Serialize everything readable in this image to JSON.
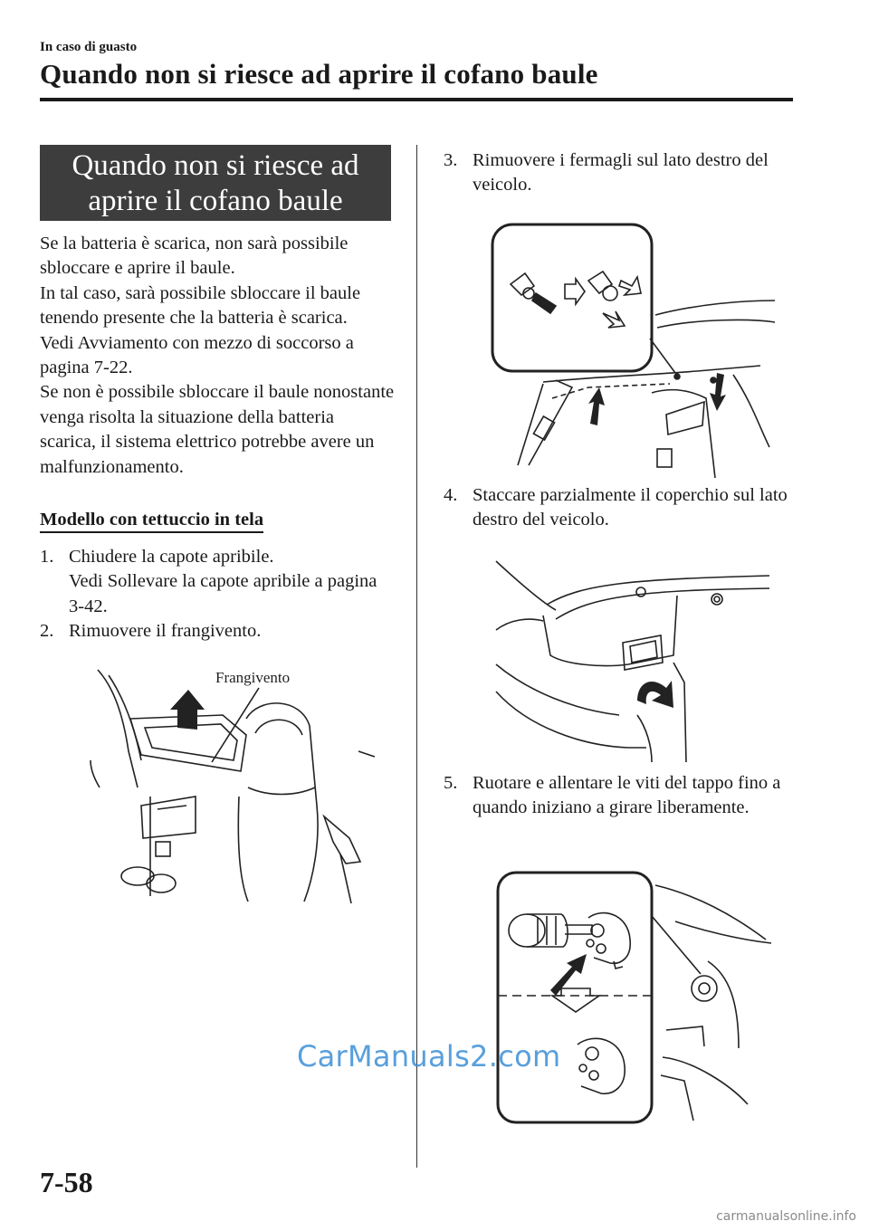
{
  "header": {
    "section": "In caso di guasto",
    "title": "Quando non si riesce ad aprire il cofano baule"
  },
  "title_box": {
    "line1": "Quando non si riesce ad",
    "line2": "aprire il cofano baule"
  },
  "intro": [
    "Se la batteria è scarica, non sarà possibile sbloccare e aprire il baule.",
    "In tal caso, sarà possibile sbloccare il baule tenendo presente che la batteria è scarica.",
    "Vedi Avviamento con mezzo di soccorso a pagina 7-22.",
    "Se non è possibile sbloccare il baule nonostante venga risolta la situazione della batteria scarica, il sistema elettrico potrebbe avere un malfunzionamento."
  ],
  "subheading": "Modello con tettuccio in tela",
  "steps": [
    {
      "num": "1.",
      "text": "Chiudere la capote apribile.",
      "ref": "Vedi Sollevare la capote apribile a pagina 3-42."
    },
    {
      "num": "2.",
      "text": "Rimuovere il frangivento."
    },
    {
      "num": "3.",
      "text": "Rimuovere i fermagli sul lato destro del veicolo."
    },
    {
      "num": "4.",
      "text": "Staccare parzialmente il coperchio sul lato destro del veicolo."
    },
    {
      "num": "5.",
      "text": "Ruotare e allentare le viti del tappo fino a quando iniziano a girare liberamente."
    }
  ],
  "figure_labels": {
    "windbreak": "Frangivento"
  },
  "watermark": "CarManuals2.com",
  "page_number": "7-58",
  "footer_watermark": "carmanualsonline.info"
}
